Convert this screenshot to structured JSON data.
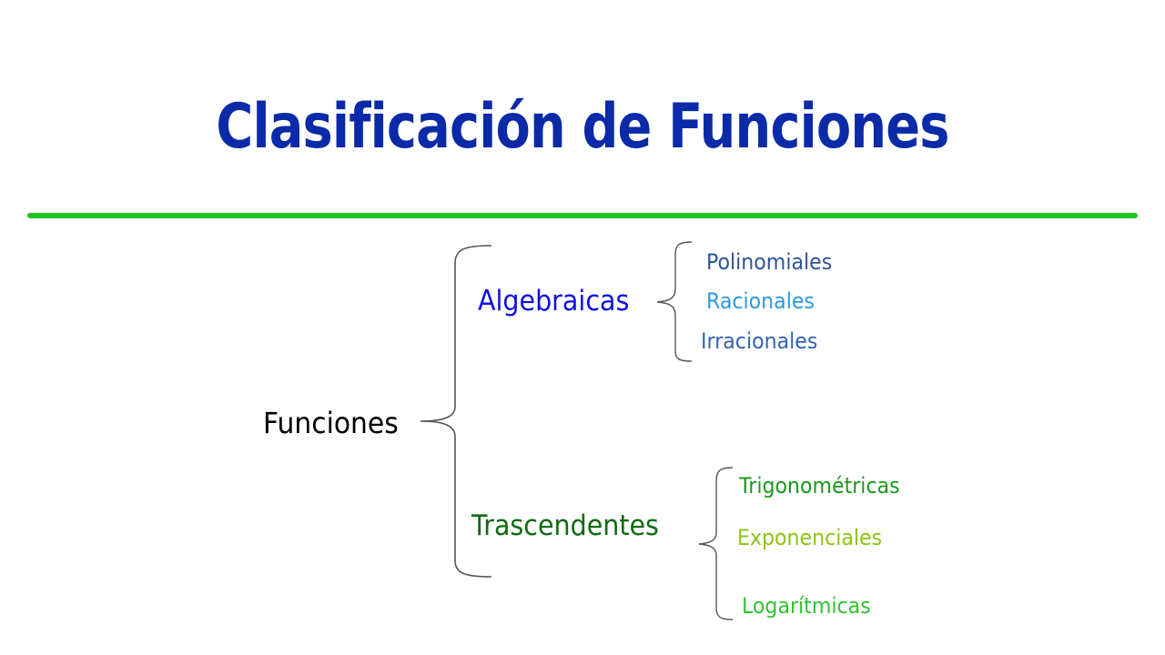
{
  "title": "Clasificación de Funciones",
  "colors": {
    "title": "#0a2aa8",
    "divider": "#1fc41f",
    "bracket": "#555555",
    "root": "#000000",
    "algebraicas": "#1010e0",
    "trascendentes": "#0f6b0f",
    "polinomiales": "#2f5597",
    "racionales": "#2e9ae0",
    "irracionales": "#3464b0",
    "trigonometricas": "#1a9a1a",
    "exponenciales": "#8cc414",
    "logaritmicas": "#30c430"
  },
  "diagram": {
    "root": "Funciones",
    "categories": [
      {
        "label": "Algebraicas",
        "items": [
          "Polinomiales",
          "Racionales",
          "Irracionales"
        ]
      },
      {
        "label": "Trascendentes",
        "items": [
          "Trigonométricas",
          "Exponenciales",
          "Logarítmicas"
        ]
      }
    ]
  }
}
